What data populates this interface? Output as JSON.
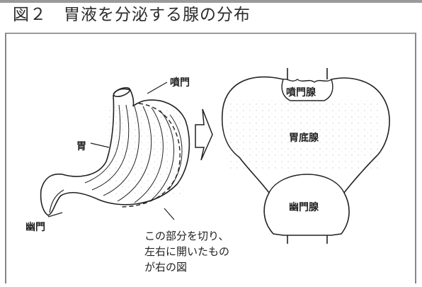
{
  "figure": {
    "title": "図２　胃液を分泌する腺の分布"
  },
  "labels": {
    "cardia": "噴門",
    "stomach": "胃",
    "pylorus": "幽門",
    "cardiac_gland": "噴門腺",
    "fundic_gland": "胃底腺",
    "pyloric_gland": "幽門腺"
  },
  "note": {
    "line1": "この部分を切り、",
    "line2": "左右に開いたもの",
    "line3": "が右の図"
  },
  "colors": {
    "ink": "#222222",
    "frame": "#888888"
  }
}
